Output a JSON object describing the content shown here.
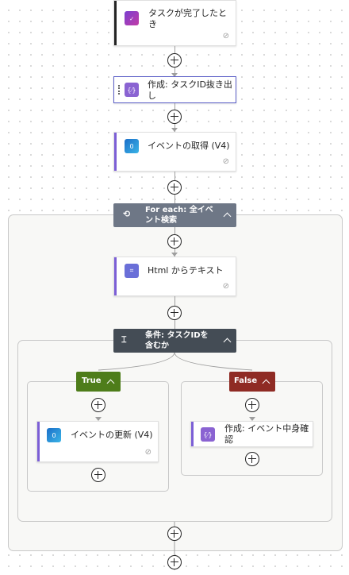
{
  "trigger": {
    "title": "タスクが完了したとき",
    "icon": "planner-icon",
    "accent": "#242424"
  },
  "compose_task_id": {
    "title": "作成: タスクID抜き出し",
    "icon": "compose-icon",
    "accent": "#7c5fd6"
  },
  "get_event": {
    "title": "イベントの取得 (V4)",
    "icon": "outlook-icon",
    "accent": "#7c5fd6"
  },
  "foreach": {
    "title": "For each: 全イベント検索",
    "icon": "loop-icon",
    "color": "#6e7786"
  },
  "html_to_text": {
    "title": "Html からテキスト",
    "icon": "html-icon",
    "accent": "#7c5fd6"
  },
  "condition": {
    "title": "条件: タスクIDを含むか",
    "icon": "condition-icon",
    "color": "#444c55"
  },
  "true_branch": {
    "label": "True",
    "color": "#4e7d1a"
  },
  "false_branch": {
    "label": "False",
    "color": "#8f2b24"
  },
  "update_event": {
    "title": "イベントの更新 (V4)",
    "icon": "outlook-icon",
    "accent": "#7c5fd6"
  },
  "compose_event": {
    "title": "作成: イベント中身確認",
    "icon": "compose-icon",
    "accent": "#7c5fd6"
  },
  "connection_icon": "link-icon"
}
